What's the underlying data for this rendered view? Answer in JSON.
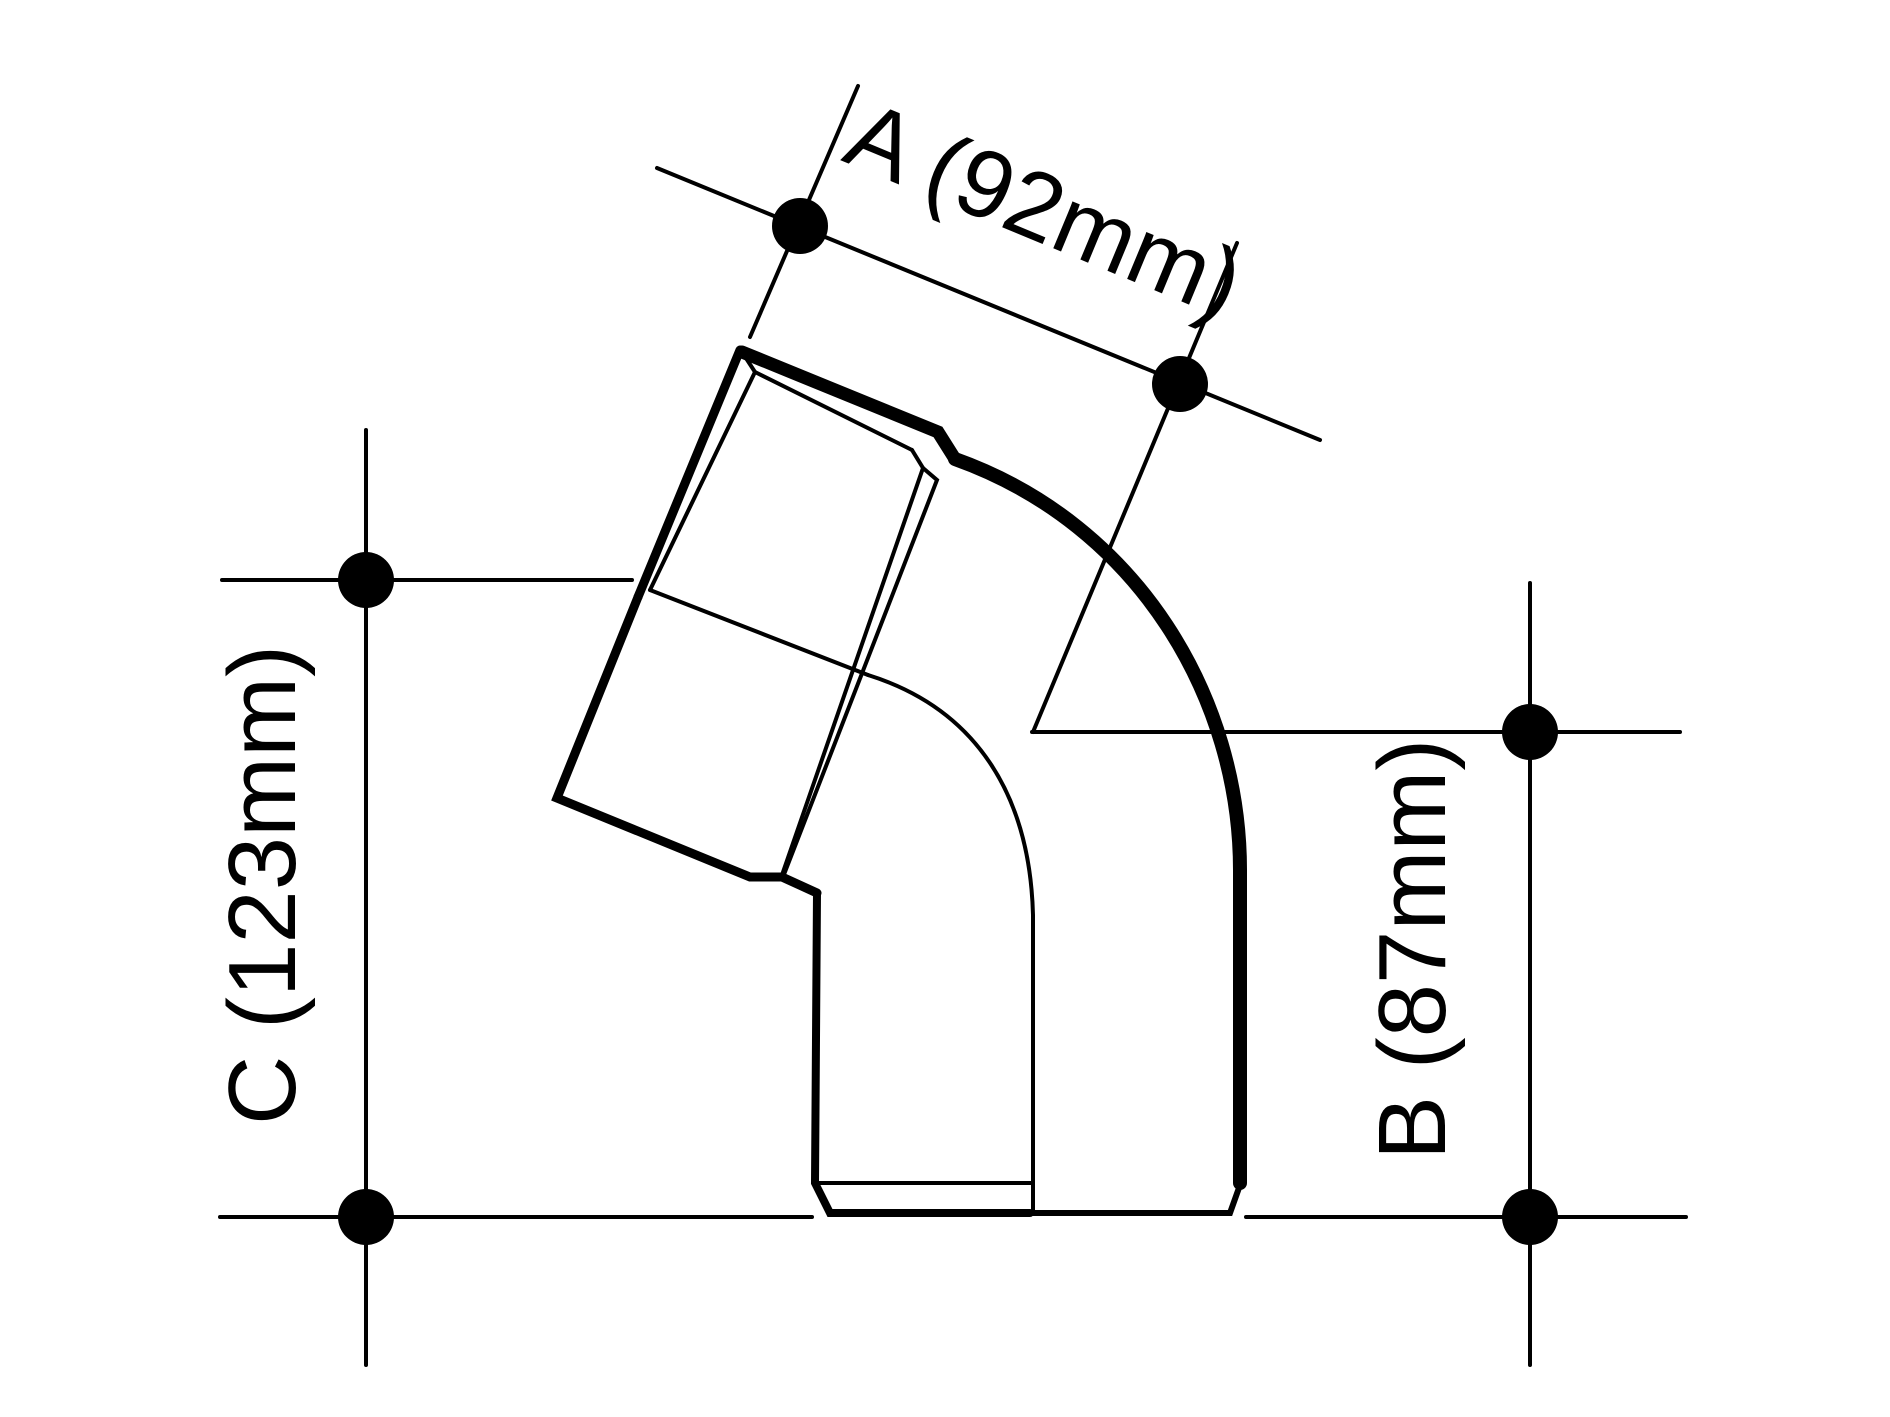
{
  "diagram": {
    "dimensions": {
      "a": {
        "label": "A (92mm)"
      },
      "b": {
        "label": "B (87mm)"
      },
      "c": {
        "label": "C (123mm)"
      }
    },
    "colors": {
      "ink": "#000000",
      "background": "#ffffff"
    }
  }
}
